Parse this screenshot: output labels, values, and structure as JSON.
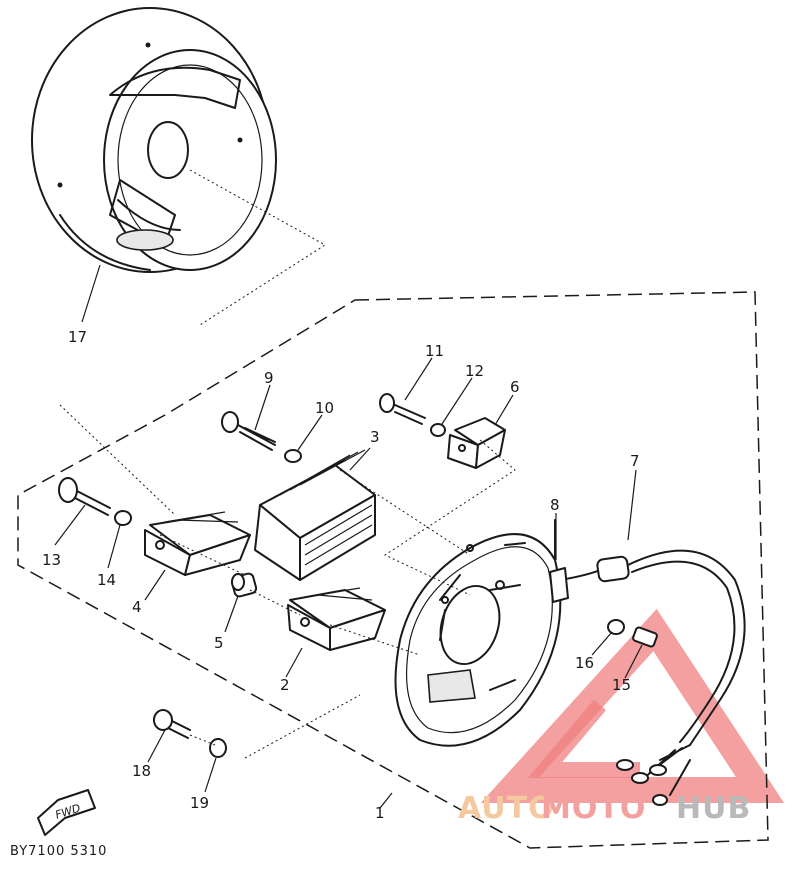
{
  "diagram": {
    "callouts": [
      {
        "id": "17",
        "label": "17"
      },
      {
        "id": "11",
        "label": "11"
      },
      {
        "id": "12",
        "label": "12"
      },
      {
        "id": "6",
        "label": "6"
      },
      {
        "id": "9",
        "label": "9"
      },
      {
        "id": "10",
        "label": "10"
      },
      {
        "id": "3",
        "label": "3"
      },
      {
        "id": "7",
        "label": "7"
      },
      {
        "id": "8",
        "label": "8"
      },
      {
        "id": "13",
        "label": "13"
      },
      {
        "id": "14",
        "label": "14"
      },
      {
        "id": "4",
        "label": "4"
      },
      {
        "id": "5",
        "label": "5"
      },
      {
        "id": "2",
        "label": "2"
      },
      {
        "id": "16",
        "label": "16"
      },
      {
        "id": "15",
        "label": "15"
      },
      {
        "id": "18",
        "label": "18"
      },
      {
        "id": "19",
        "label": "19"
      },
      {
        "id": "1",
        "label": "1"
      }
    ],
    "drawing_code": "BY7100 5310",
    "direction_label": "FWD"
  },
  "watermark": {
    "part1": "AUTO",
    "part2": "MOTO",
    "part3": "HUB",
    "colors": {
      "part1": "#f5c9a0",
      "part2": "#f2a0a0",
      "part3": "#b9b9b9",
      "triangle": "#f08080"
    }
  }
}
